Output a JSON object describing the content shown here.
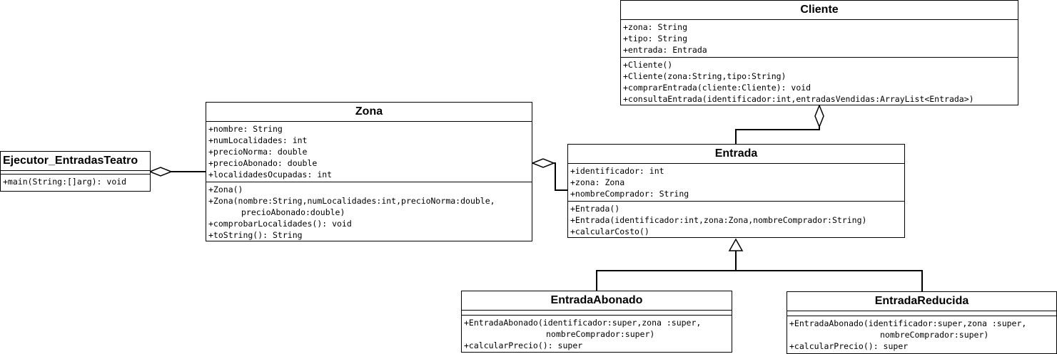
{
  "classes": {
    "cliente": {
      "name": "Cliente",
      "attributes": [
        "+zona: String",
        "+tipo: String",
        "+entrada: Entrada"
      ],
      "methods": [
        "+Cliente()",
        "+Cliente(zona:String,tipo:String)",
        "+comprarEntrada(cliente:Cliente): void",
        "+consultaEntrada(identificador:int,entradasVendidas:ArrayList<Entrada>)"
      ]
    },
    "zona": {
      "name": "Zona",
      "attributes": [
        "+nombre: String",
        "+numLocalidades: int",
        "+precioNorma: double",
        "+precioAbonado: double",
        "+localidadesOcupadas: int"
      ],
      "methods": [
        "+Zona()",
        "+Zona(nombre:String,numLocalidades:int,precioNorma:double,",
        "precioAbonado:double)",
        "+comprobarLocalidades(): void",
        "+toString(): String"
      ]
    },
    "ejecutor": {
      "name": "Ejecutor_EntradasTeatro",
      "methods": [
        "+main(String:[]arg): void"
      ]
    },
    "entrada": {
      "name": "Entrada",
      "attributes": [
        "+identificador: int",
        "+zona: Zona",
        "+nombreComprador: String"
      ],
      "methods": [
        "+Entrada()",
        "+Entrada(identificador:int,zona:Zona,nombreComprador:String)",
        "+calcularCosto()"
      ]
    },
    "entradaAbonado": {
      "name": "EntradaAbonado",
      "methods": [
        "+EntradaAbonado(identificador:super,zona :super,",
        "nombreComprador:super)",
        "+calcularPrecio(): super"
      ]
    },
    "entradaReducida": {
      "name": "EntradaReducida",
      "methods": [
        "+EntradaAbonado(identificador:super,zona :super,",
        "nombreComprador:super)",
        "+calcularPrecio(): super"
      ]
    }
  }
}
